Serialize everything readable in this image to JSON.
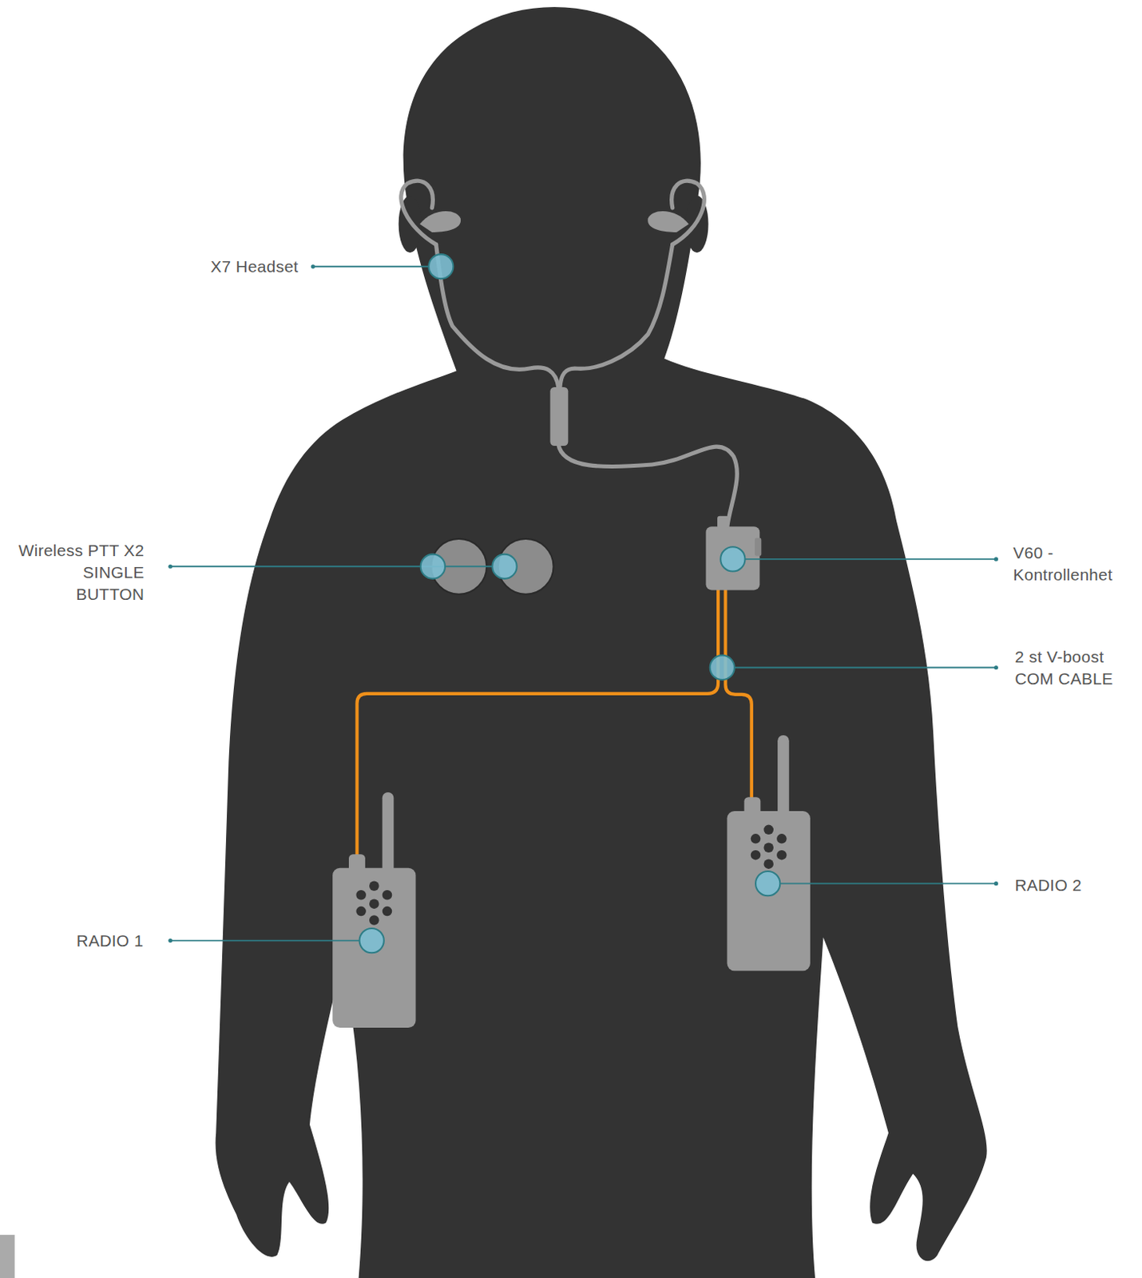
{
  "diagram": {
    "labels": [
      "X7 Headset",
      "Wireless PTT X2 SINGLE BUTTON",
      "V60 - Kontrollenhet",
      "2 st V-boost COM CABLE",
      "RADIO 1",
      "RADIO 2"
    ]
  }
}
